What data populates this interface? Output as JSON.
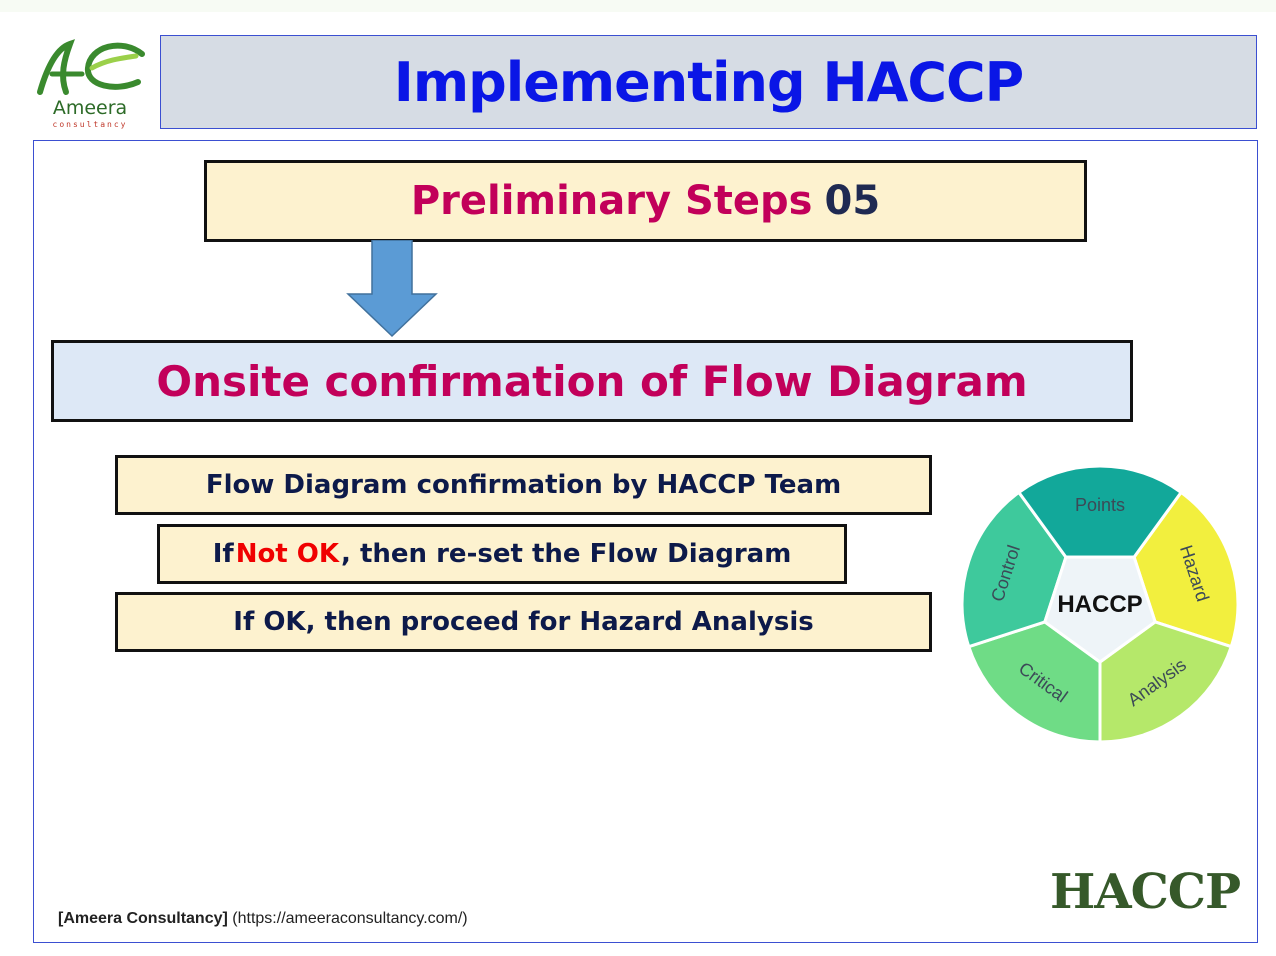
{
  "title": "Implementing HACCP",
  "logo": {
    "name": "Ameera",
    "tagline": "consultancy"
  },
  "preliminary": {
    "label": "Preliminary Steps",
    "number": "05"
  },
  "heading": "Onsite confirmation of Flow Diagram",
  "steps": {
    "step1": "Flow Diagram confirmation by HACCP Team",
    "step2_prefix": "If",
    "step2_highlight": "Not OK",
    "step2_suffix": ", then re-set the Flow Diagram",
    "step3": "If OK, then proceed for Hazard Analysis"
  },
  "wheel": {
    "center": "HACCP",
    "segments": [
      "Hazard",
      "Analysis",
      "Critical",
      "Control",
      "Points"
    ],
    "colors": [
      "#f2ef3e",
      "#b5e86a",
      "#6fdc86",
      "#3ec99c",
      "#12a89a"
    ]
  },
  "corner_logo": "HACCP",
  "footer": {
    "org": "[Ameera Consultancy]",
    "url": "(https://ameeraconsultancy.com/)"
  },
  "colors": {
    "title_blue": "#0a16e6",
    "magenta": "#c2005a",
    "highlight_red": "#f00000",
    "arrow_blue": "#5b9bd5"
  }
}
